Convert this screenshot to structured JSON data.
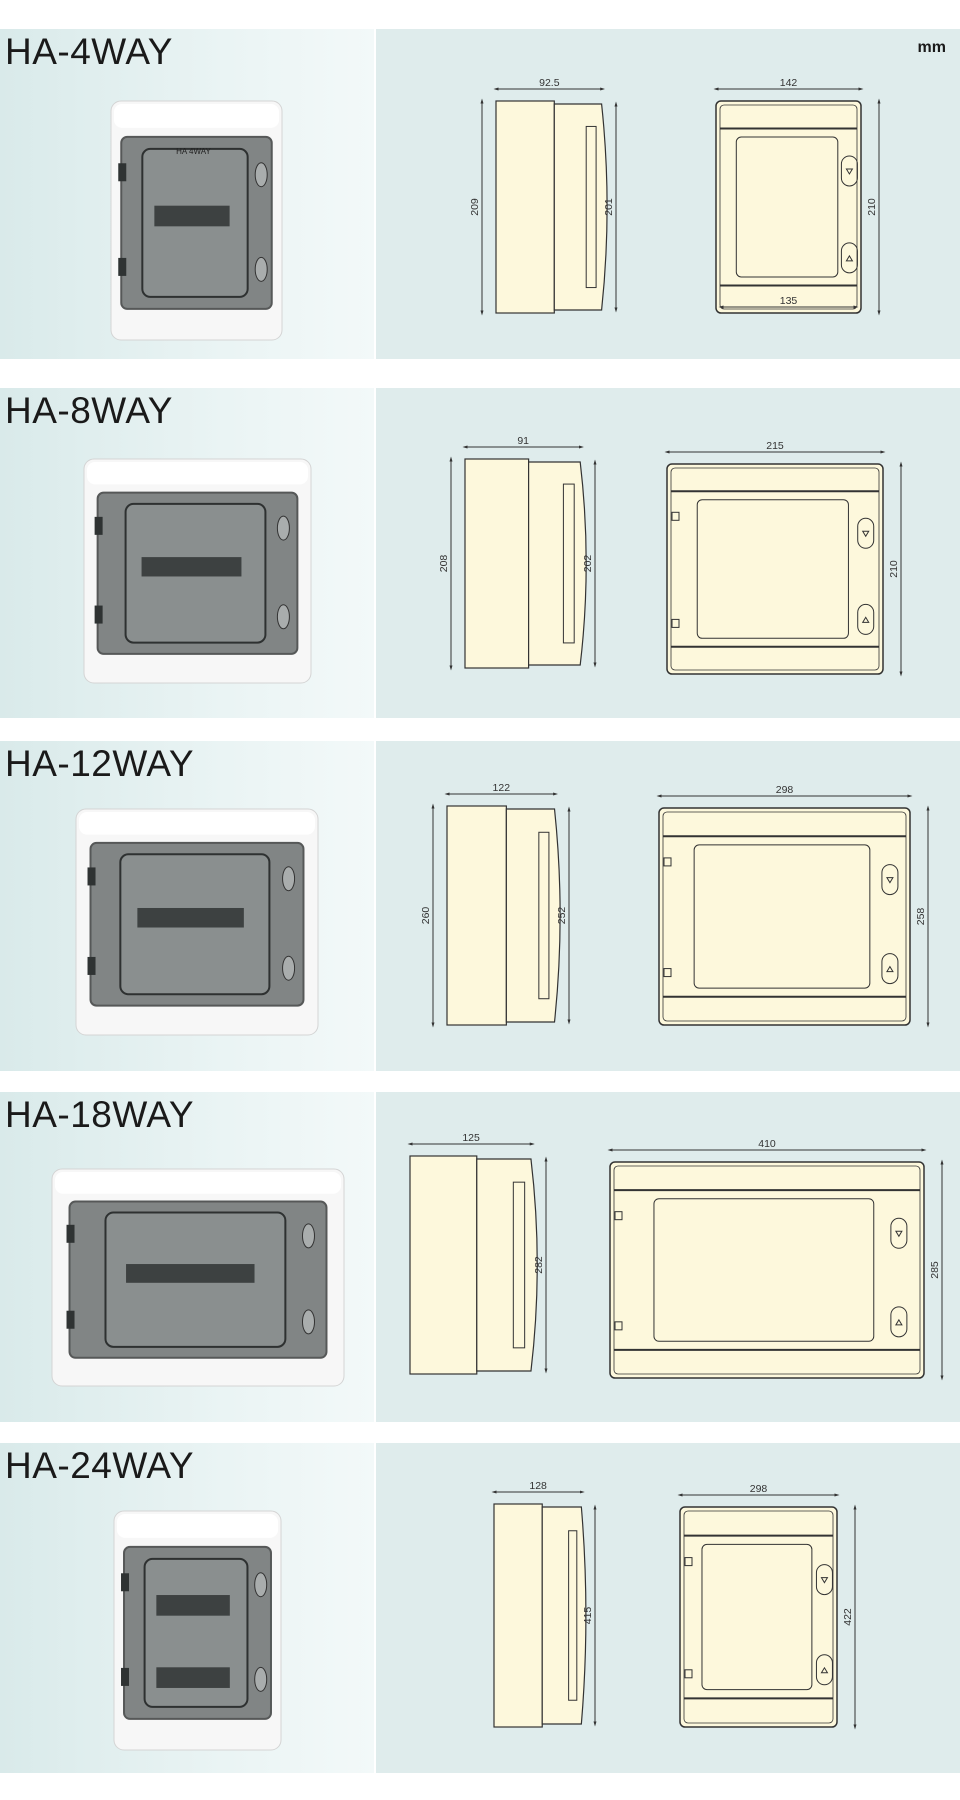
{
  "unit": "mm",
  "colors": {
    "panel": "#dfecec",
    "drawing_fill": "#fdf8dc",
    "line": "#333333"
  },
  "products": [
    {
      "title": "HA-4WAY",
      "door_label": "HA 4WAY",
      "side": {
        "depth": "92.5",
        "height_left": "209",
        "height_right": "201"
      },
      "front": {
        "width": "142",
        "height": "210",
        "inner_width": "135"
      }
    },
    {
      "title": "HA-8WAY",
      "side": {
        "depth": "91",
        "height_left": "208",
        "height_right": "202"
      },
      "front": {
        "width": "215",
        "height": "210"
      }
    },
    {
      "title": "HA-12WAY",
      "side": {
        "depth": "122",
        "height_left": "260",
        "height_right": "252"
      },
      "front": {
        "width": "298",
        "height": "258"
      }
    },
    {
      "title": "HA-18WAY",
      "side": {
        "depth": "125",
        "height_right": "282"
      },
      "front": {
        "width": "410",
        "height": "285"
      }
    },
    {
      "title": "HA-24WAY",
      "side": {
        "depth": "128",
        "height_right": "415"
      },
      "front": {
        "width": "298",
        "height": "422"
      }
    }
  ]
}
